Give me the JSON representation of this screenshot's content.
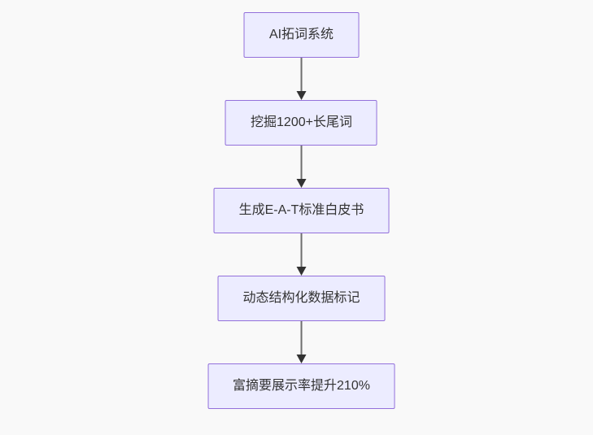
{
  "theme": {
    "background": "#f9f9f9",
    "node_fill": "#ececff",
    "node_border": "#9370db",
    "node_text_color": "#333333",
    "arrow_line_color": "#6e6e6e",
    "arrow_head_color": "#333333"
  },
  "flowchart": {
    "type": "flowchart",
    "direction": "top-down",
    "nodes": [
      {
        "label": "AI拓词系统"
      },
      {
        "label": "挖掘1200+长尾词"
      },
      {
        "label": "生成E-A-T标准白皮书"
      },
      {
        "label": "动态结构化数据标记"
      },
      {
        "label": "富摘要展示率提升210%"
      }
    ],
    "edges": [
      {
        "from": 0,
        "to": 1
      },
      {
        "from": 1,
        "to": 2
      },
      {
        "from": 2,
        "to": 3
      },
      {
        "from": 3,
        "to": 4
      }
    ]
  }
}
